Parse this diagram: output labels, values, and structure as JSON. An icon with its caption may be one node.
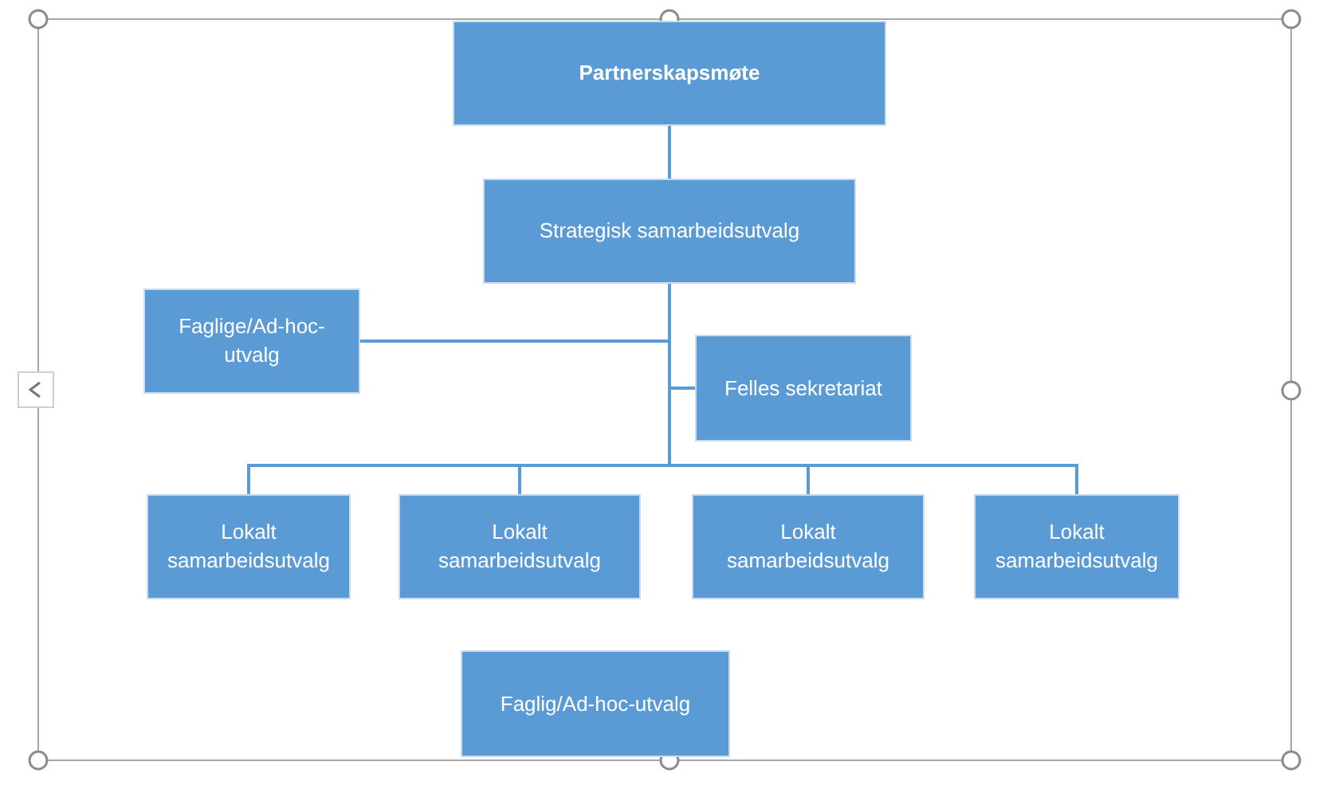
{
  "diagram": {
    "nodes": [
      {
        "text": [
          "Partnerskapsmøte"
        ]
      },
      {
        "text": [
          "Strategisk samarbeidsutvalg"
        ]
      },
      {
        "text": [
          "Faglige/Ad-hoc-utvalg"
        ]
      },
      {
        "text": [
          "Felles sekretariat"
        ]
      },
      {
        "text": [
          "Lokalt samarbeidsutvalg"
        ]
      },
      {
        "text": [
          "Lokalt samarbeidsutvalg"
        ]
      },
      {
        "text": [
          "Lokalt samarbeidsutvalg"
        ]
      },
      {
        "text": [
          "Lokalt samarbeidsutvalg"
        ]
      },
      {
        "text": [
          "Faglig/Ad-hoc-utvalg"
        ]
      }
    ],
    "edges": [
      {
        "from": 0,
        "to": 1,
        "arrow": "none"
      },
      {
        "from": 1,
        "to": 2,
        "arrow": "none"
      },
      {
        "from": 1,
        "to": 3,
        "arrow": "none"
      },
      {
        "from": 1,
        "to": 4,
        "arrow": "none"
      },
      {
        "from": 1,
        "to": 5,
        "arrow": "none"
      },
      {
        "from": 1,
        "to": 6,
        "arrow": "none"
      },
      {
        "from": 1,
        "to": 7,
        "arrow": "none"
      }
    ]
  }
}
